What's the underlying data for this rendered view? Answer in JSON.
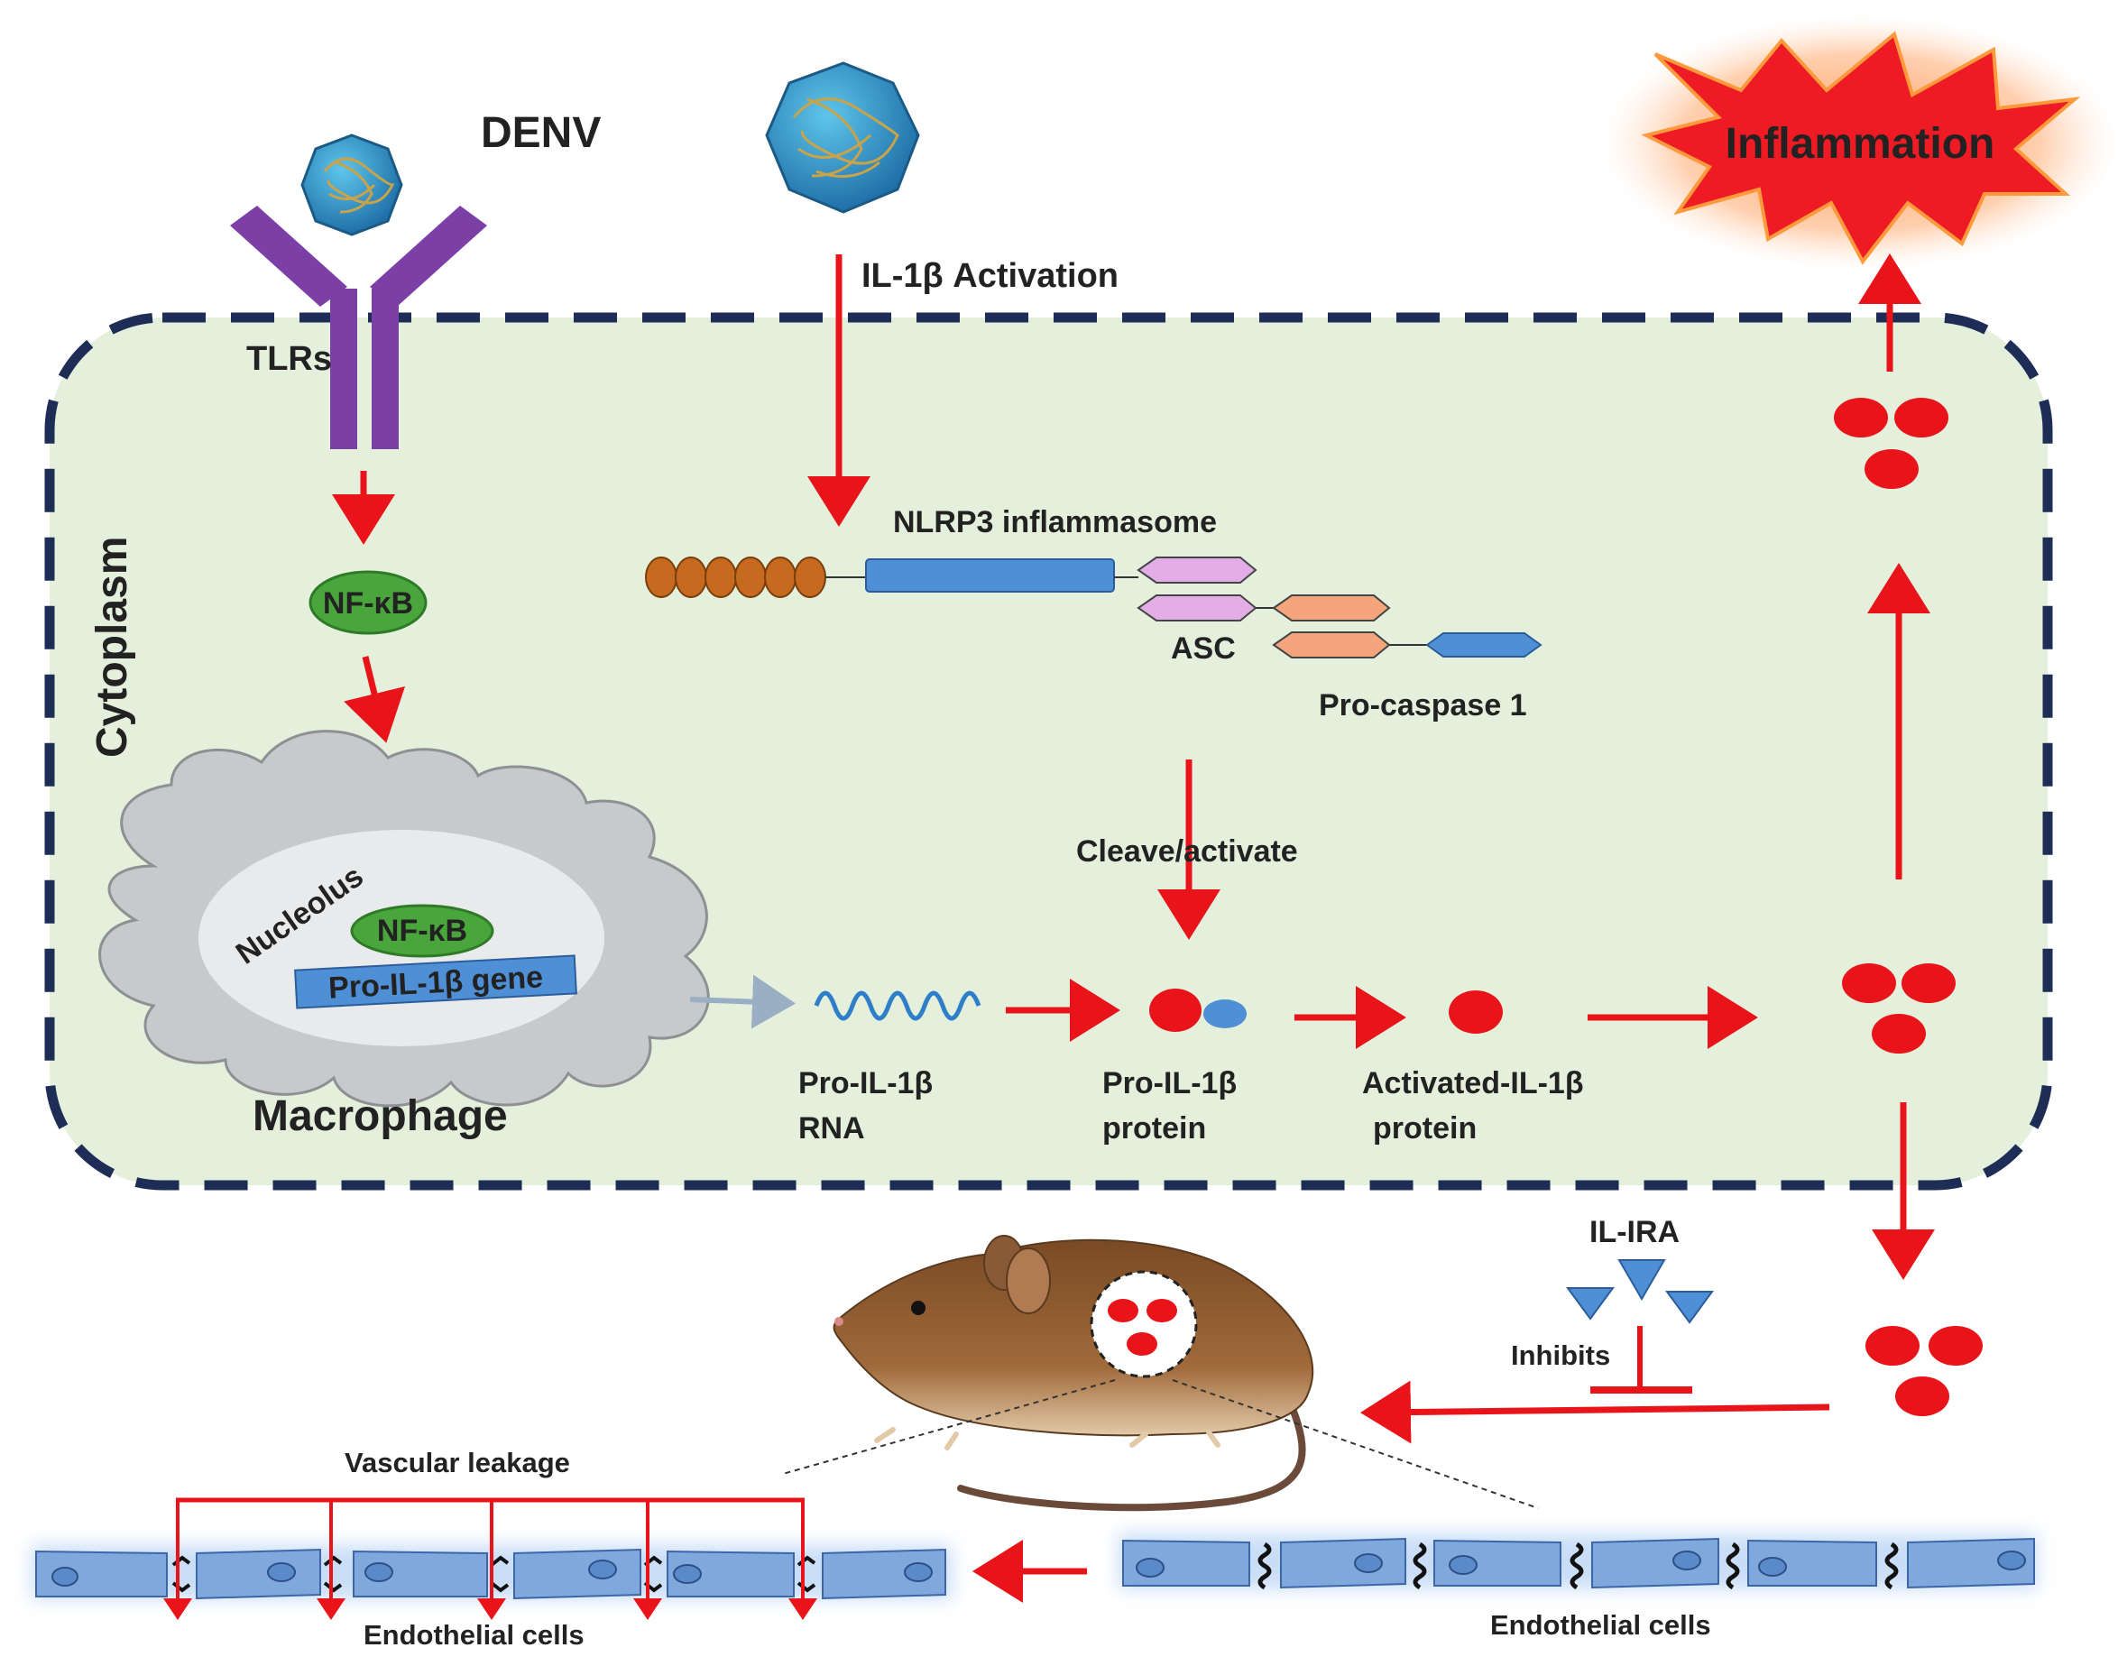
{
  "labels": {
    "denv": "DENV",
    "il1b_activation": "IL-1β Activation",
    "inflammation": "Inflammation",
    "tlrs": "TLRs",
    "cytoplasm": "Cytoplasm",
    "nfkb_cytoplasm": "NF-κB",
    "nlrp3": "NLRP3 inflammasome",
    "asc": "ASC",
    "pro_caspase": "Pro-caspase 1",
    "cleave": "Cleave/activate",
    "nucleolus": "Nucleolus",
    "nfkb_nucleus": "NF-κB",
    "pro_il1b_gene": "Pro-IL-1β gene",
    "macrophage": "Macrophage",
    "rna_line1": "Pro-IL-1β",
    "rna_line2": "RNA",
    "protein_line1": "Pro-IL-1β",
    "protein_line2": "protein",
    "activated_line1": "Activated-IL-1β",
    "activated_line2": "protein",
    "il_ira": "IL-IRA",
    "inhibits": "Inhibits",
    "vascular_leakage": "Vascular leakage",
    "endothelial_left": "Endothelial cells",
    "endothelial_right": "Endothelial cells"
  },
  "colors": {
    "arrow": "#e8141a",
    "cytoplasm_fill": "#e4f0dc",
    "cytoplasm_border": "#1d2d55",
    "receptor": "#7b3fa6",
    "nfkb": "#4aa63c",
    "gene_bar": "#4f8fd6",
    "cytokine": "#e8141a",
    "inflammation_star": "#ee1b24",
    "endothelial": "#7fa8dc"
  }
}
